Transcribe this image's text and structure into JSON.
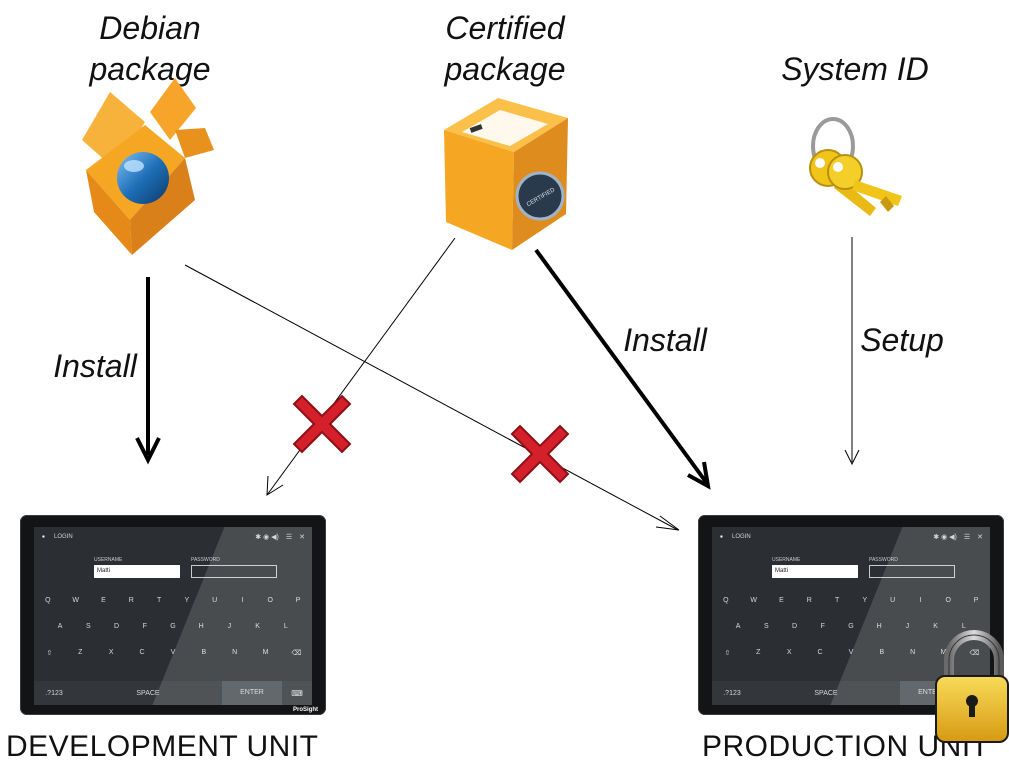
{
  "labels": {
    "debian": [
      "Debian",
      "package"
    ],
    "certified": [
      "Certified",
      "package"
    ],
    "system_id": "System ID",
    "install_dev": "Install",
    "install_prod": "Install",
    "setup": "Setup",
    "dev_unit": "DEVELOPMENT UNIT",
    "prod_unit": "PRODUCTION UNIT",
    "certified_seal": "CERTIFIED"
  },
  "icons": {
    "debian_package": "open-box-with-blue-sphere",
    "certified_package": "closed-box-with-certified-seal",
    "system_id": "keys-icon",
    "blocked": "red-x-icon",
    "locked": "padlock-icon"
  },
  "colors": {
    "box": "#f5a623",
    "box_dark": "#d8851a",
    "sphere": "#1f6fb8",
    "cross": "#d4202a",
    "lock_body": "#f2c230",
    "key": "#f0c419"
  },
  "tablet": {
    "title": "LOGIN",
    "username_label": "USERNAME",
    "password_label": "PASSWORD",
    "username_value": "Matti",
    "row1": [
      "Q",
      "W",
      "E",
      "R",
      "T",
      "Y",
      "U",
      "I",
      "O",
      "P"
    ],
    "row2": [
      "A",
      "S",
      "D",
      "F",
      "G",
      "H",
      "J",
      "K",
      "L"
    ],
    "row3": [
      "⇧",
      "Z",
      "X",
      "C",
      "V",
      "B",
      "N",
      "M",
      "⌫"
    ],
    "k123": ".?123",
    "space": "SPACE",
    "enter": "ENTER",
    "keyboard_icon": "⌨",
    "brand": "ProSight"
  }
}
